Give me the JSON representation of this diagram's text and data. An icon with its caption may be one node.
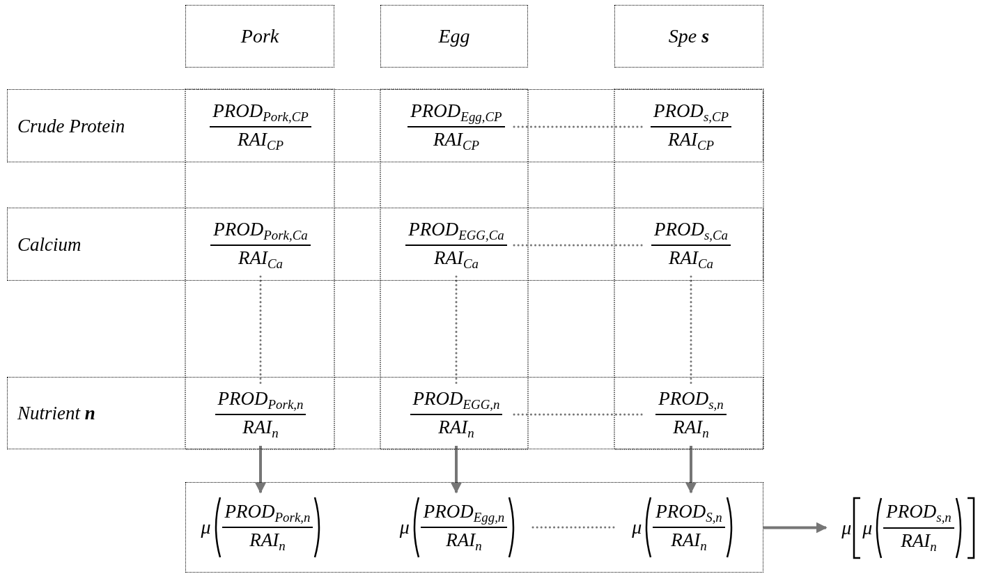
{
  "diagram": {
    "nodes": [
      {
        "text": [
          "Pork"
        ]
      },
      {
        "text": [
          "Egg"
        ]
      },
      {
        "text": [
          "Spe **s**"
        ]
      },
      {
        "text": [
          "Crude Protein"
        ]
      },
      {
        "text": [
          "PROD$_{Pork,CP}$",
          "RAI$_{CP}$"
        ],
        "in": 3
      },
      {
        "text": [
          "PROD$_{Egg,CP}$",
          "RAI$_{CP}$"
        ],
        "in": 3
      },
      {
        "text": [
          "PROD$_{s,CP}$",
          "RAI$_{CP}$"
        ],
        "in": 3
      },
      {
        "text": [
          "Calcium"
        ]
      },
      {
        "text": [
          "PROD$_{Pork,Ca}$",
          "RAI$_{Ca}$"
        ],
        "in": 7
      },
      {
        "text": [
          "PROD$_{EGG,Ca}$",
          "RAI$_{Ca}$"
        ],
        "in": 7
      },
      {
        "text": [
          "PROD$_{s,Ca}$",
          "RAI$_{Ca}$"
        ],
        "in": 7
      },
      {
        "text": [
          "Nutrient **n**"
        ]
      },
      {
        "text": [
          "PROD$_{Pork,n}$",
          "RAI$_{n}$"
        ],
        "in": 11
      },
      {
        "text": [
          "PROD$_{EGG,n}$",
          "RAI$_{n}$"
        ],
        "in": 11
      },
      {
        "text": [
          "PROD$_{s,n}$",
          "RAI$_{n}$"
        ],
        "in": 11
      },
      {
        "text": [],
        "shape": "box"
      },
      {
        "text": [
          "μ",
          "PROD$_{Pork,n}$",
          "RAI$_{n}$"
        ],
        "in": 15
      },
      {
        "text": [
          "μ",
          "PROD$_{Egg,n}$",
          "RAI$_{n}$"
        ],
        "in": 15
      },
      {
        "text": [
          "μ",
          "PROD$_{S,n}$",
          "RAI$_{n}$"
        ],
        "in": 15
      },
      {
        "text": [
          "μ",
          "μ",
          "PROD$_{s,n}$",
          "RAI$_{n}$"
        ]
      }
    ],
    "edges": [
      {
        "from": 5,
        "to": 6,
        "arrow": "none",
        "style": "dashed"
      },
      {
        "from": 9,
        "to": 10,
        "arrow": "none",
        "style": "dashed"
      },
      {
        "from": 8,
        "to": 12,
        "arrow": "none",
        "style": "dashed"
      },
      {
        "from": 9,
        "to": 13,
        "arrow": "none",
        "style": "dashed"
      },
      {
        "from": 10,
        "to": 14,
        "arrow": "none",
        "style": "dashed"
      },
      {
        "from": 13,
        "to": 14,
        "arrow": "none",
        "style": "dashed"
      },
      {
        "from": 12,
        "to": 16,
        "arrow": "to"
      },
      {
        "from": 13,
        "to": 17,
        "arrow": "to"
      },
      {
        "from": 14,
        "to": 18,
        "arrow": "to"
      },
      {
        "from": 17,
        "to": 18,
        "arrow": "none",
        "style": "dashed"
      },
      {
        "from": 15,
        "to": 19,
        "arrow": "to"
      }
    ]
  }
}
